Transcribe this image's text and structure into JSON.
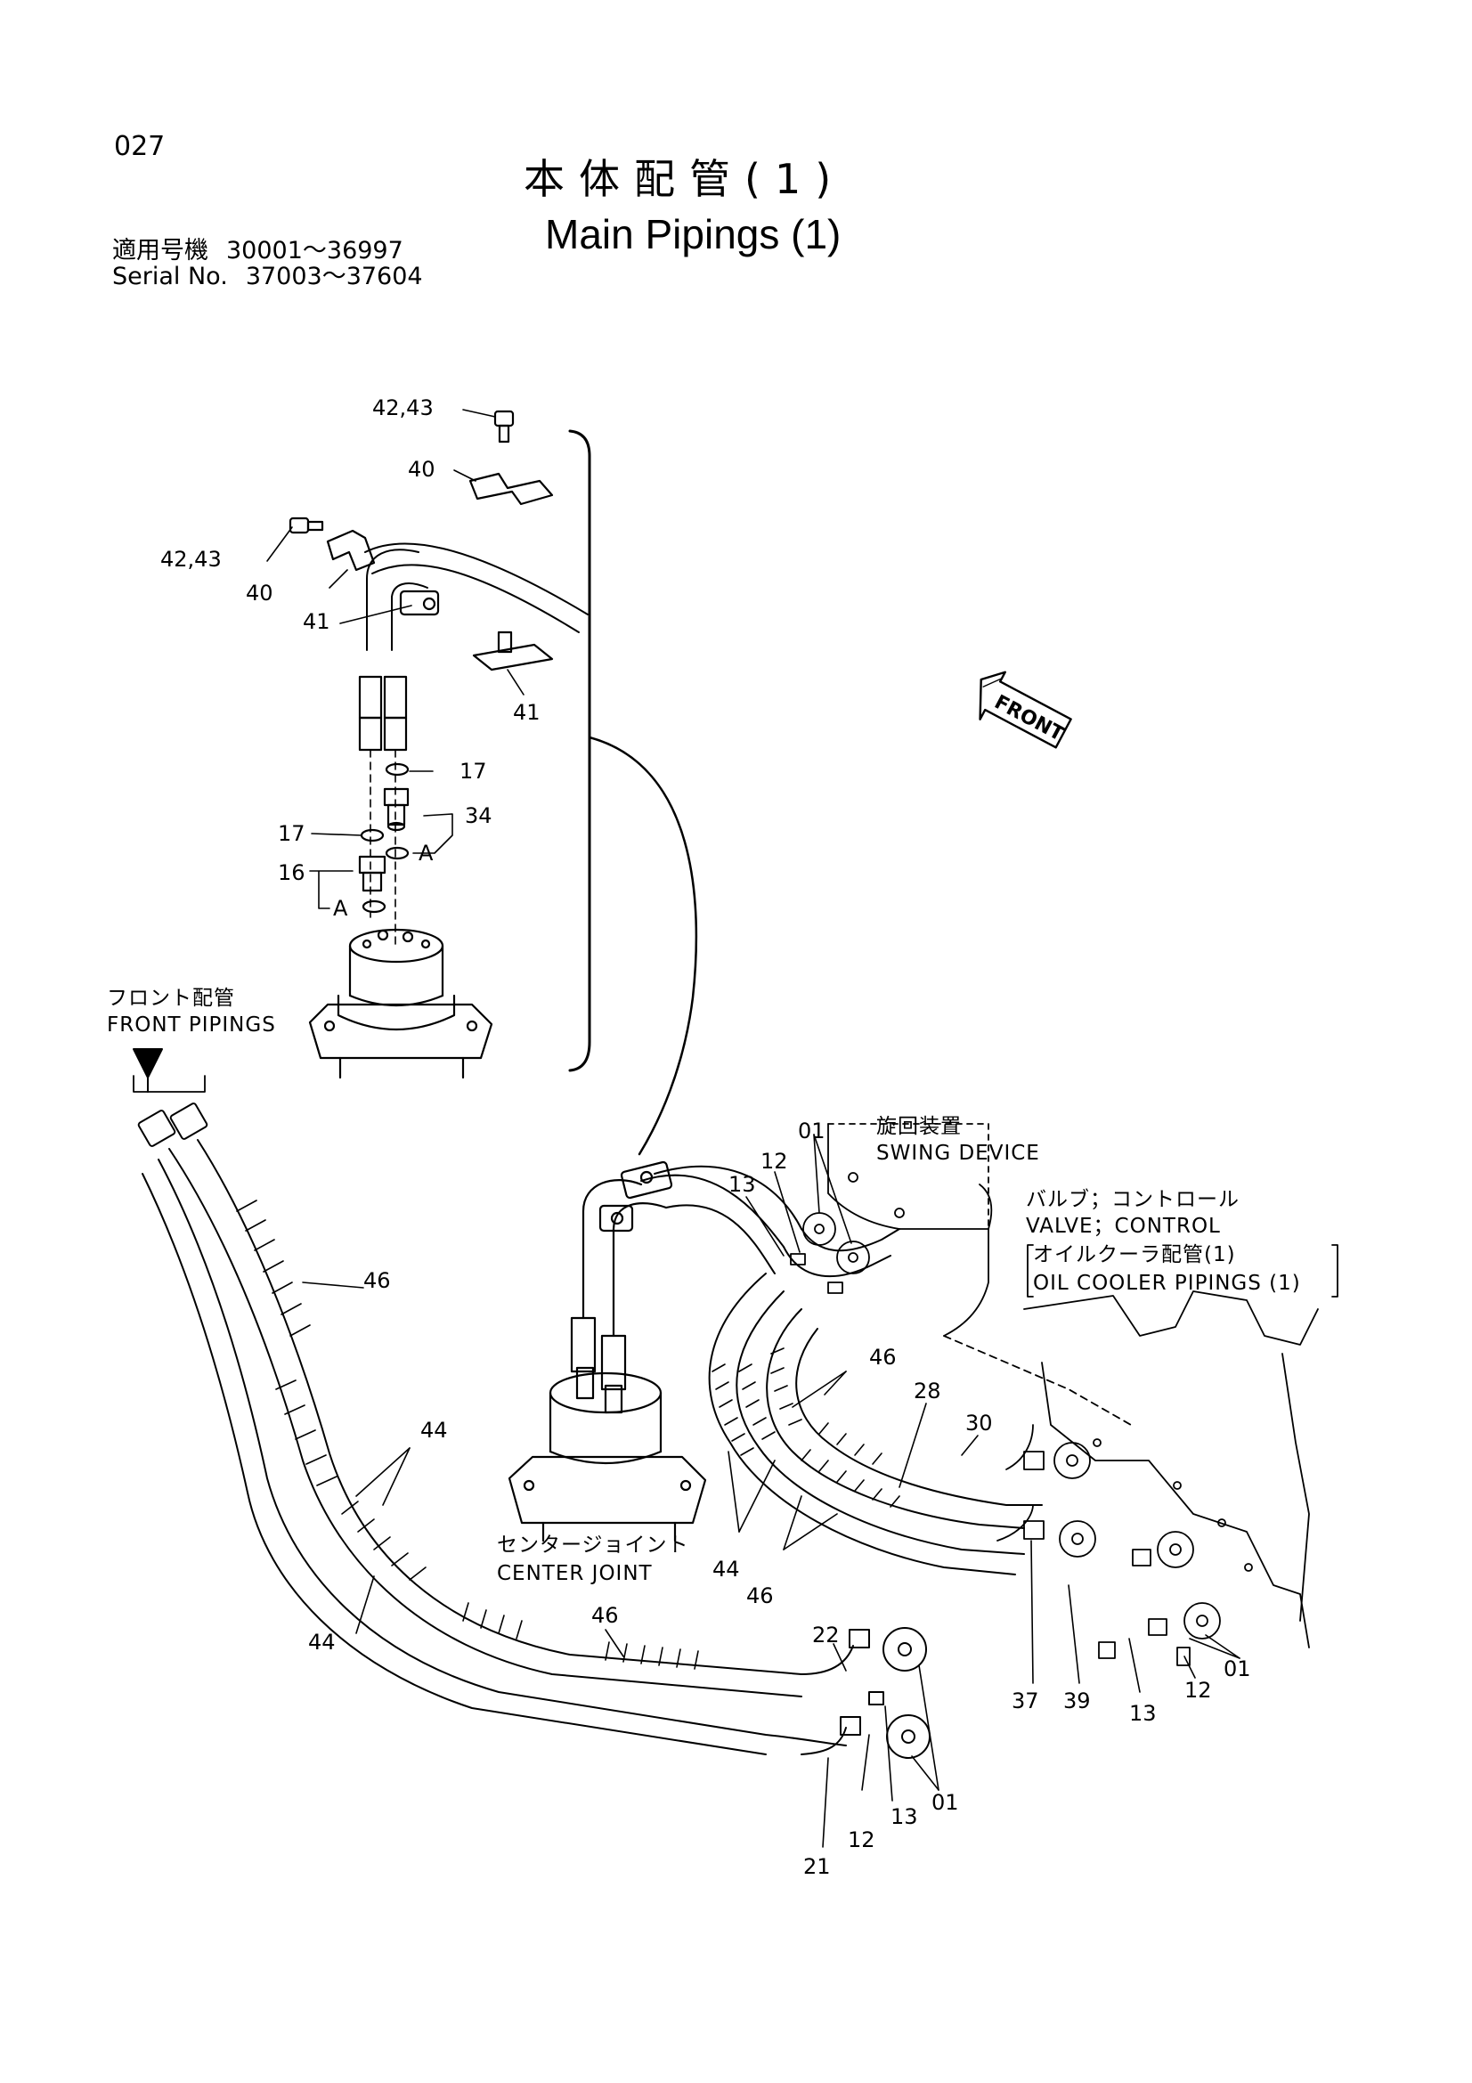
{
  "page": {
    "number": "027",
    "title_jp": "本体配管(1)",
    "title_en": "Main Pipings (1)",
    "serial": [
      {
        "label": "適用号機",
        "range": "30001～36997"
      },
      {
        "label": "Serial No.",
        "range": "37003～37604"
      }
    ]
  },
  "descriptions": {
    "front_pipings_jp": "フロント配管",
    "front_pipings_en": "FRONT PIPINGS",
    "swing_device_jp": "旋回装置",
    "swing_device_en": "SWING DEVICE",
    "valve_control_jp": "バルブ；コントロール",
    "valve_control_en": "VALVE；CONTROL",
    "oil_cooler_jp": "オイルクーラ配管(1)",
    "oil_cooler_en": "OIL COOLER PIPINGS (1)",
    "center_joint_jp": "センタージョイント",
    "center_joint_en": "CENTER JOINT",
    "front_arrow": "FRONT"
  },
  "callouts": {
    "c4243a": "42,43",
    "c40a": "40",
    "c4243b": "42,43",
    "c40b": "40",
    "c41a": "41",
    "c41b": "41",
    "c17a": "17",
    "c34": "34",
    "c17b": "17",
    "cAa": "A",
    "c16": "16",
    "cAb": "A",
    "c01a": "01",
    "c12a": "12",
    "c13a": "13",
    "c46a": "46",
    "c46b": "46",
    "c28": "28",
    "c30": "30",
    "c44a": "44",
    "c44b": "44",
    "c44c": "44",
    "c46c": "46",
    "c46d": "46",
    "c22": "22",
    "c37": "37",
    "c39": "39",
    "c13b": "13",
    "c12b": "12",
    "c01b": "01",
    "c01c": "01",
    "c12c": "12",
    "c13c": "13",
    "c21": "21"
  }
}
